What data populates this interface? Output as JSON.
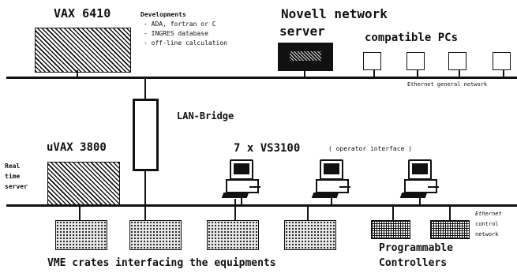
{
  "labels": {
    "vax6410": "VAX 6410",
    "developments_title": "Developments",
    "developments_items": [
      "- ADA, fortran or C",
      "- INGRES database",
      "- off-line calculation"
    ],
    "novell_line1": "Novell network",
    "novell_line2": "server",
    "compatible_pcs": "compatible PCs",
    "ethernet_general": "Ethernet general network",
    "lan_bridge": "LAN-Bridge",
    "uvax3800": "uVAX 3800",
    "realtime_line1": "Real",
    "realtime_line2": "time",
    "realtime_line3": "server",
    "vs3100": "7 x VS3100",
    "operator_interface": "( operator interface )",
    "ethernet_control_line1": "Ethernet",
    "ethernet_control_line2": "control",
    "ethernet_control_line3": "network",
    "vme_caption": "VME crates interfacing the equipments",
    "plc_line1": "Programmable",
    "plc_line2": "Controllers"
  },
  "colors": {
    "ink": "#111111",
    "background": "#ffffff"
  }
}
